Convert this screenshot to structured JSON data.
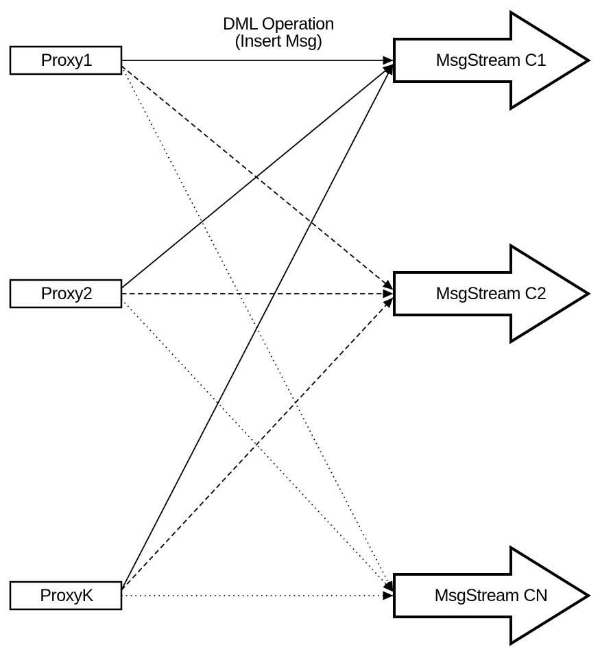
{
  "colors": {
    "ink": "#000000",
    "background": "#ffffff"
  },
  "title": {
    "line1": "DML Operation",
    "line2": "(Insert Msg)"
  },
  "diagram": {
    "proxies": [
      {
        "id": "proxy1",
        "label": "Proxy1"
      },
      {
        "id": "proxy2",
        "label": "Proxy2"
      },
      {
        "id": "proxyk",
        "label": "ProxyK"
      }
    ],
    "streams": [
      {
        "id": "c1",
        "label": "MsgStream C1"
      },
      {
        "id": "c2",
        "label": "MsgStream C2"
      },
      {
        "id": "cn",
        "label": "MsgStream CN"
      }
    ],
    "edges": [
      {
        "from": "proxy1",
        "to": "c1",
        "style": "solid"
      },
      {
        "from": "proxy1",
        "to": "c2",
        "style": "dashed"
      },
      {
        "from": "proxy1",
        "to": "cn",
        "style": "dotted"
      },
      {
        "from": "proxy2",
        "to": "c1",
        "style": "solid"
      },
      {
        "from": "proxy2",
        "to": "c2",
        "style": "dashed"
      },
      {
        "from": "proxy2",
        "to": "cn",
        "style": "dotted"
      },
      {
        "from": "proxyk",
        "to": "c1",
        "style": "solid"
      },
      {
        "from": "proxyk",
        "to": "c2",
        "style": "dashed"
      },
      {
        "from": "proxyk",
        "to": "cn",
        "style": "dotted"
      }
    ]
  }
}
